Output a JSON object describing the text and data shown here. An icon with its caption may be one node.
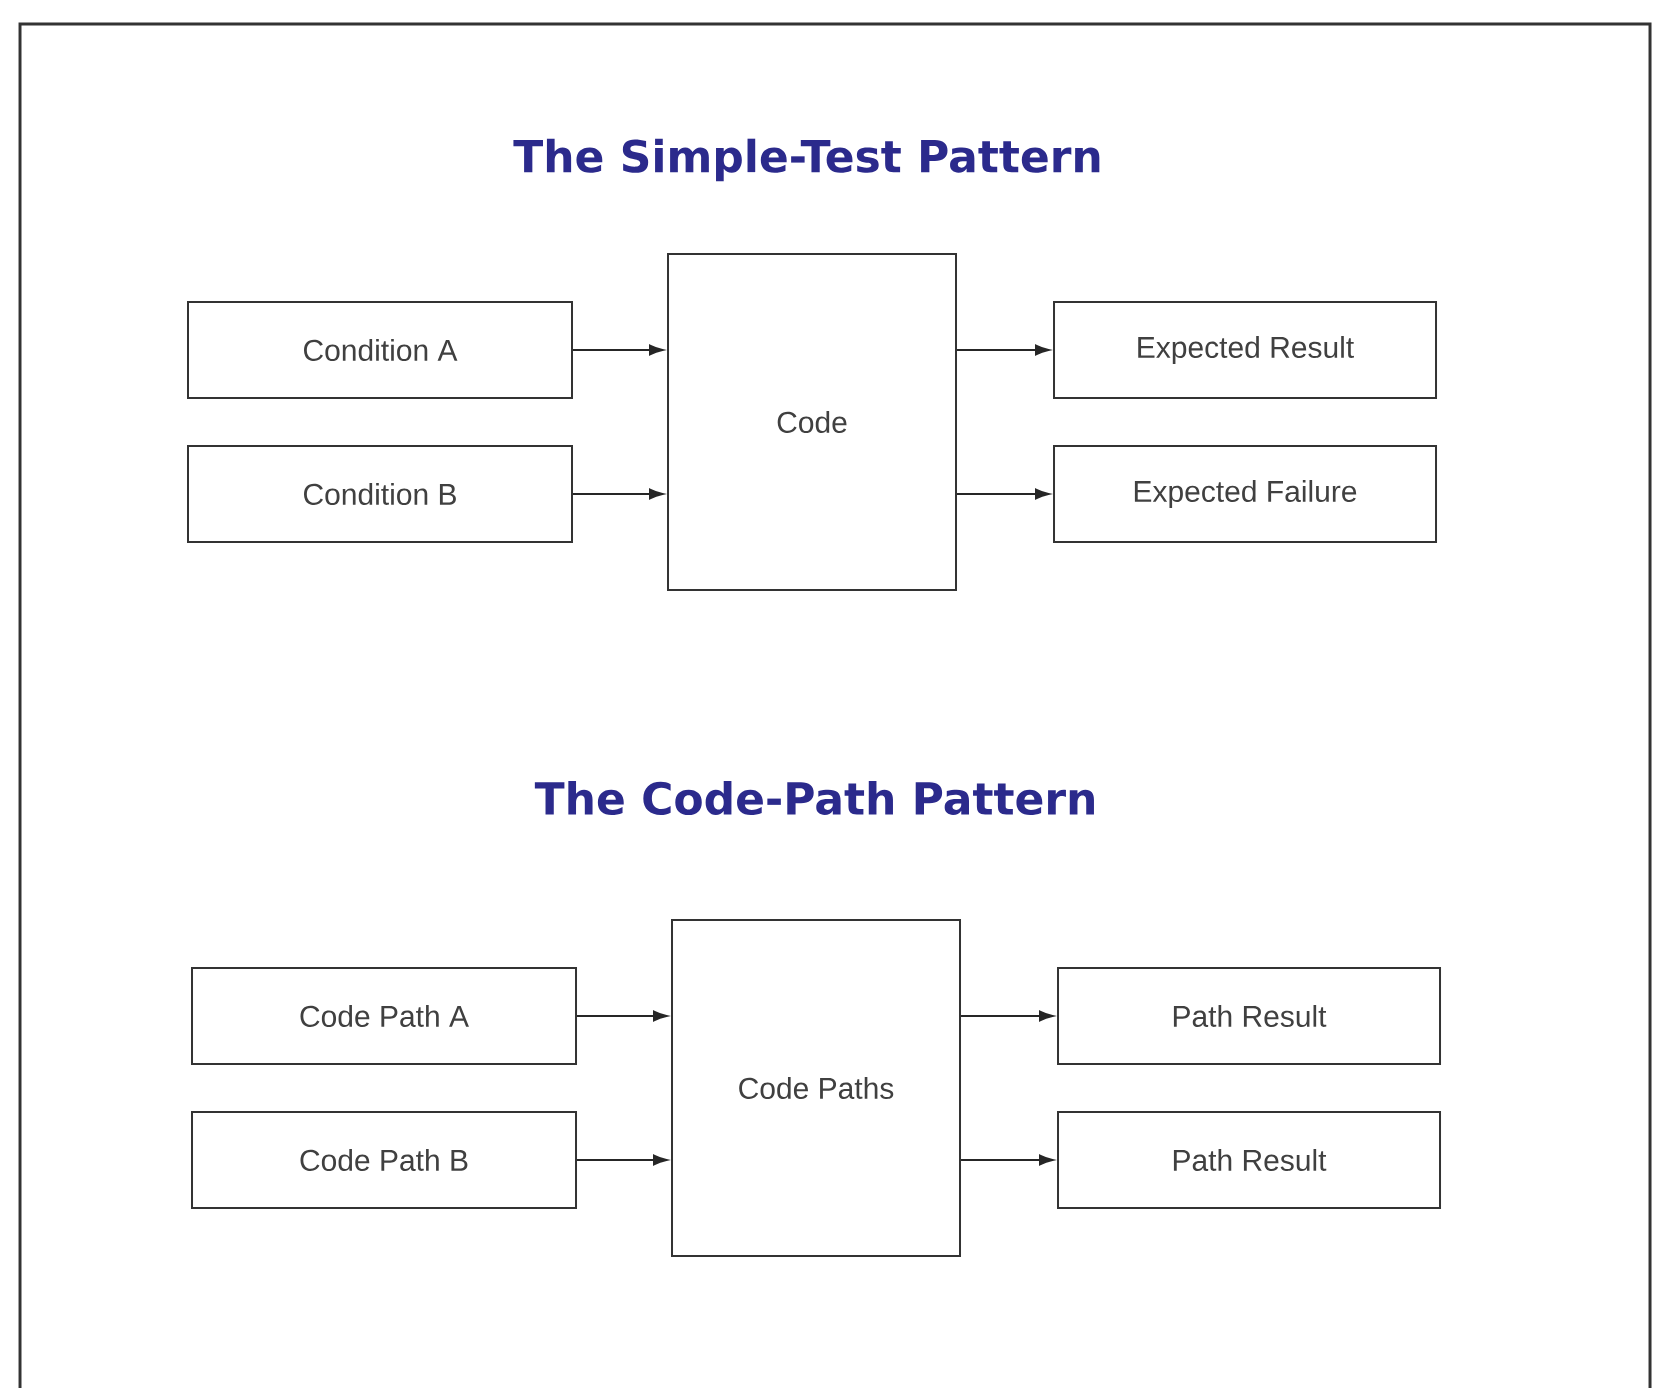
{
  "diagram": {
    "nodes": [
      {
        "text": [
          "Condition A"
        ]
      },
      {
        "text": [
          "Condition B"
        ]
      },
      {
        "text": [
          "Code"
        ]
      },
      {
        "text": [
          "Expected Result"
        ]
      },
      {
        "text": [
          "Expected Failure"
        ]
      },
      {
        "text": [
          "Code Path A"
        ]
      },
      {
        "text": [
          "Code Path B"
        ]
      },
      {
        "text": [
          "Code Paths"
        ]
      },
      {
        "text": [
          "Path Result"
        ]
      },
      {
        "text": [
          "Path Result"
        ]
      }
    ],
    "edges": [
      {
        "from": 0,
        "to": 2,
        "arrow": "to"
      },
      {
        "from": 1,
        "to": 2,
        "arrow": "to"
      },
      {
        "from": 2,
        "to": 3,
        "arrow": "to"
      },
      {
        "from": 2,
        "to": 4,
        "arrow": "to"
      },
      {
        "from": 5,
        "to": 7,
        "arrow": "to"
      },
      {
        "from": 6,
        "to": 7,
        "arrow": "to"
      },
      {
        "from": 7,
        "to": 8,
        "arrow": "to"
      },
      {
        "from": 7,
        "to": 9,
        "arrow": "to"
      }
    ],
    "labels": [
      "The Simple-Test Pattern",
      "The Code-Path Pattern"
    ]
  }
}
